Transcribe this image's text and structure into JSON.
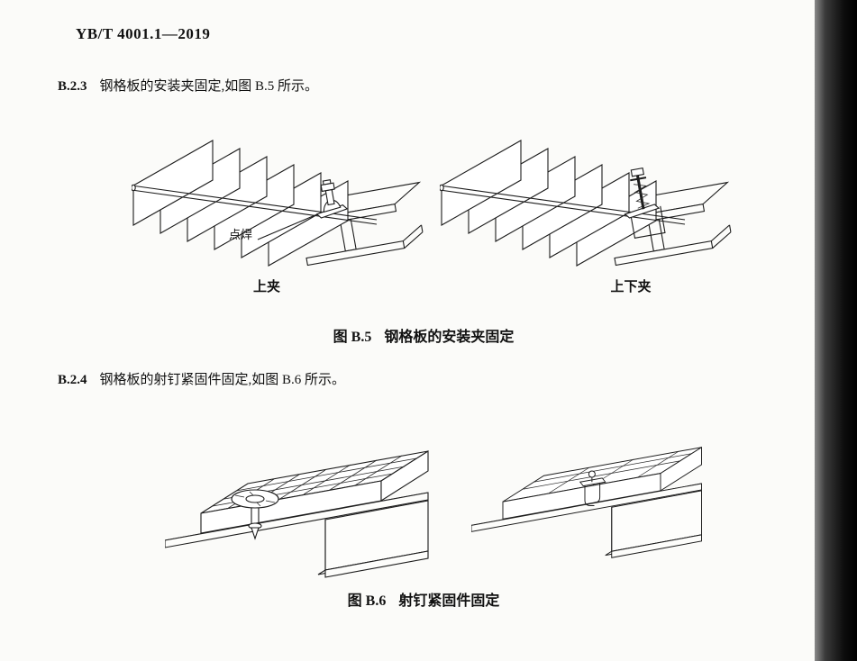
{
  "header": {
    "title": "YB/T 4001.1—2019"
  },
  "clauses": {
    "b23": {
      "number": "B.2.3",
      "text": "钢格板的安装夹固定,如图 B.5 所示。"
    },
    "b24": {
      "number": "B.2.4",
      "text": "钢格板的射钉紧固件固定,如图 B.6 所示。"
    }
  },
  "figure_b5": {
    "caption_label": "图 B.5",
    "caption_text": "钢格板的安装夹固定",
    "left_label": "上夹",
    "right_label": "上下夹",
    "weld_annotation": "点焊"
  },
  "figure_b6": {
    "caption_label": "图 B.6",
    "caption_text": "射钉紧固件固定"
  }
}
